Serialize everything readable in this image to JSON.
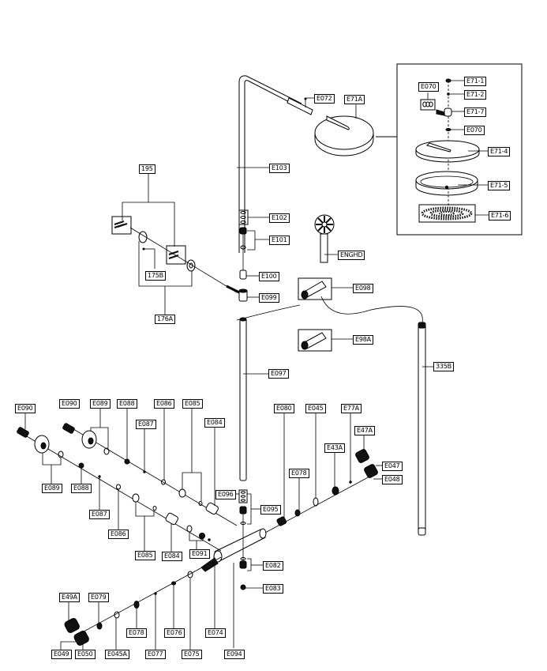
{
  "diagram": {
    "title": "Shower column exploded parts diagram",
    "labels": {
      "E071": "E070",
      "E71_1": "E71-1",
      "E71_2": "E71-2",
      "E71_7": "E71-7",
      "E070b": "E070",
      "E71_4": "E71-4",
      "E71_5": "E71-5",
      "E71_6": "E71-6",
      "E072": "E072",
      "E71A": "E71A",
      "E103": "E103",
      "195": "195",
      "E102": "E102",
      "E101": "E101",
      "175B": "175B",
      "ENGHD": "ENGHD",
      "E100": "E100",
      "E098": "E098",
      "E099": "E099",
      "176A": "176A",
      "E98A": "E98A",
      "E097": "E097",
      "335B": "335B",
      "E090a": "E090",
      "E090b": "E090",
      "E089a": "E089",
      "E088a": "E088",
      "E086a": "E086",
      "E085a": "E085",
      "E087a": "E087",
      "E084a": "E084",
      "E080": "E080",
      "E045": "E045",
      "E77A": "E77A",
      "E47A": "E47A",
      "E43A": "E43A",
      "E047": "E047",
      "E078a": "E078",
      "E048": "E048",
      "E089b": "E089",
      "E088b": "E088",
      "E096": "E096",
      "E087b": "E087",
      "E095": "E095",
      "E086b": "E086",
      "E085b": "E085",
      "E084b": "E084",
      "E091": "E091",
      "E082": "E082",
      "E083": "E083",
      "E49A": "E49A",
      "E079": "E079",
      "E078b": "E078",
      "E076": "E076",
      "E074": "E074",
      "E049": "E049",
      "E050": "E050",
      "E045A": "E045A",
      "E077": "E077",
      "E075": "E075",
      "E094": "E094"
    }
  }
}
